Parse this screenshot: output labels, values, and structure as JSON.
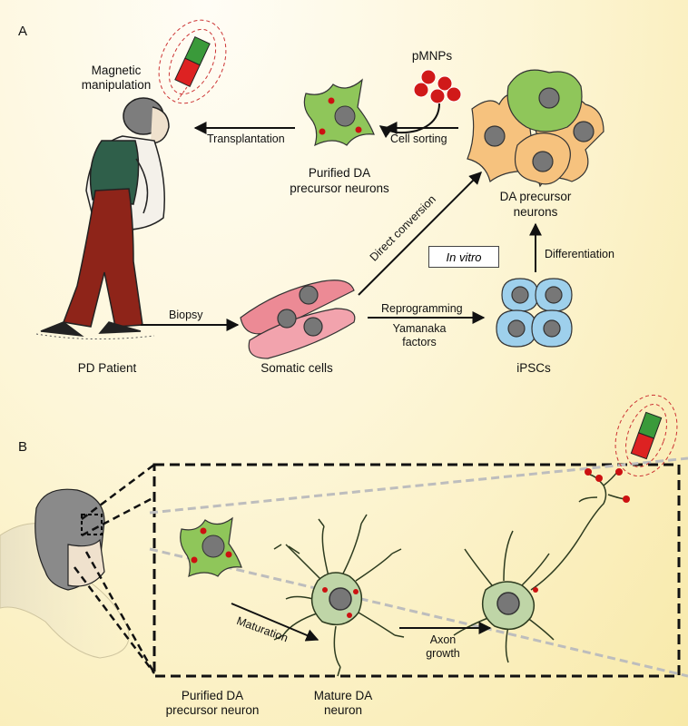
{
  "panels": {
    "a": "A",
    "b": "B"
  },
  "labels": {
    "magnetic_manipulation_1": "Magnetic",
    "magnetic_manipulation_2": "manipulation",
    "pmnps": "pMNPs",
    "transplantation": "Transplantation",
    "cell_sorting": "Cell sorting",
    "purified_da_1": "Purified DA",
    "purified_da_2": "precursor neurons",
    "da_precursor_1": "DA precursor",
    "da_precursor_2": "neurons",
    "direct_conversion": "Direct conversion",
    "in_vitro": "In vitro",
    "differentiation": "Differentiation",
    "biopsy": "Biopsy",
    "reprogramming": "Reprogramming",
    "yamanaka_1": "Yamanaka",
    "yamanaka_2": "factors",
    "pd_patient": "PD Patient",
    "somatic_cells": "Somatic cells",
    "ipscs": "iPSCs",
    "maturation": "Maturation",
    "axon_1": "Axon",
    "axon_2": "growth",
    "purified_da_b_1": "Purified DA",
    "purified_da_b_2": "precursor neuron",
    "mature_da_1": "Mature DA",
    "mature_da_2": "neuron"
  },
  "colors": {
    "precursor_cell": "#8fc65a",
    "da_precursor_orange": "#f6c27e",
    "somatic_cell": "#ec8a95",
    "ipsc": "#9ed0ec",
    "nanoparticle": "#d01919",
    "trousers": "#8e2419",
    "magnet_north": "#3a9a3a",
    "magnet_south": "#d22222"
  }
}
